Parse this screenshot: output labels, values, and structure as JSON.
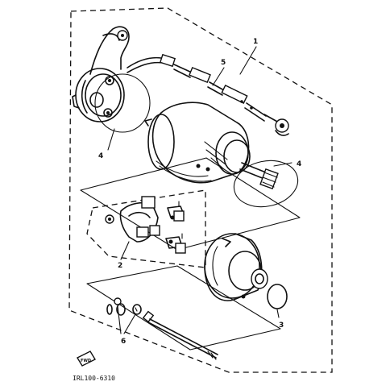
{
  "diagram": {
    "code": "IRL100-6310",
    "callouts": {
      "c1": "1",
      "c2": "2",
      "c3": "3",
      "c4a": "4",
      "c4b": "4",
      "c5": "5",
      "c6": "6"
    },
    "fwd_mark": "FWD"
  }
}
